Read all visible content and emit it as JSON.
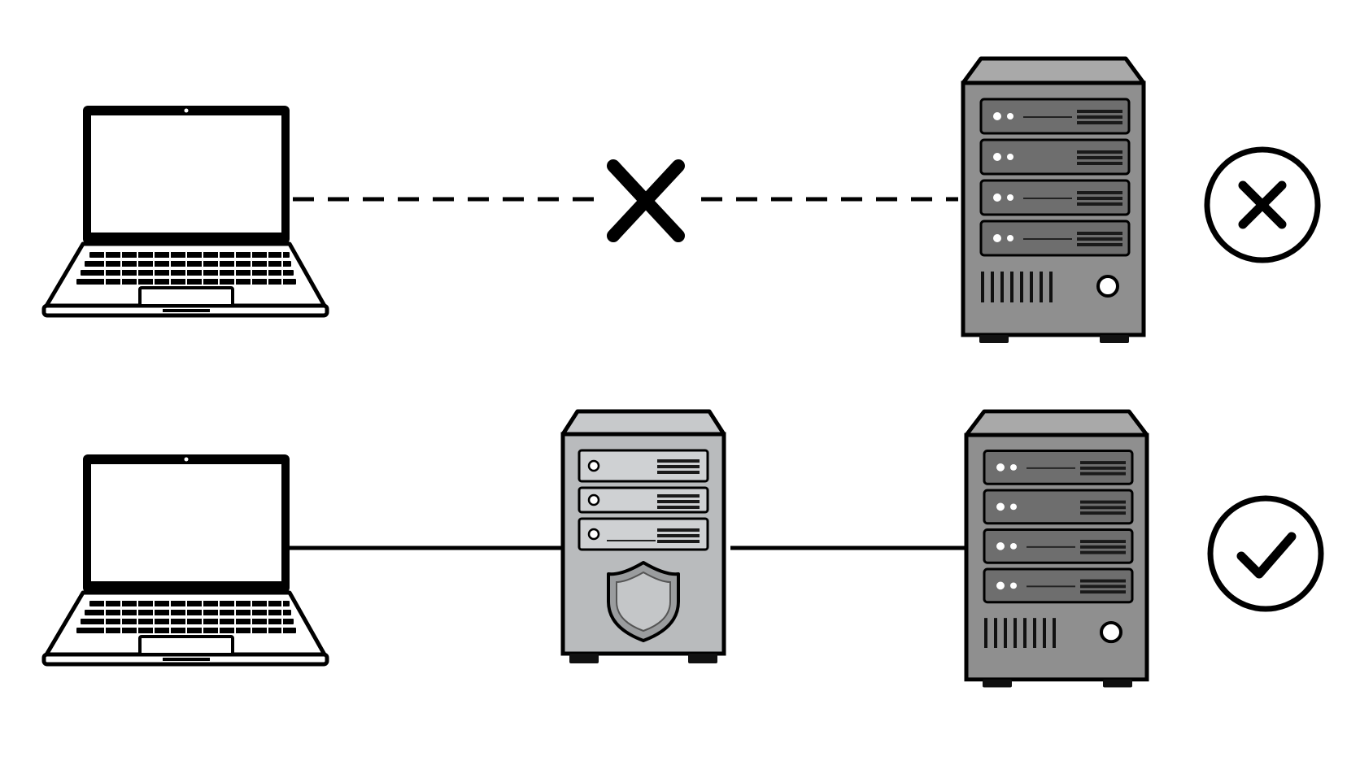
{
  "rows": [
    {
      "status": "blocked",
      "status_icon": "x-circle-icon",
      "link_style": "dashed",
      "middle_icon": "x-icon",
      "has_proxy": false
    },
    {
      "status": "allowed",
      "status_icon": "check-circle-icon",
      "link_style": "solid",
      "middle_icon": "shield-server-icon",
      "has_proxy": true
    }
  ],
  "colors": {
    "line": "#000000",
    "server_body": "#8f8f8f",
    "server_top": "#a9a9a9",
    "proxy_body": "#b9bbbd",
    "bay": "#6e6e6e",
    "background": "#ffffff"
  }
}
